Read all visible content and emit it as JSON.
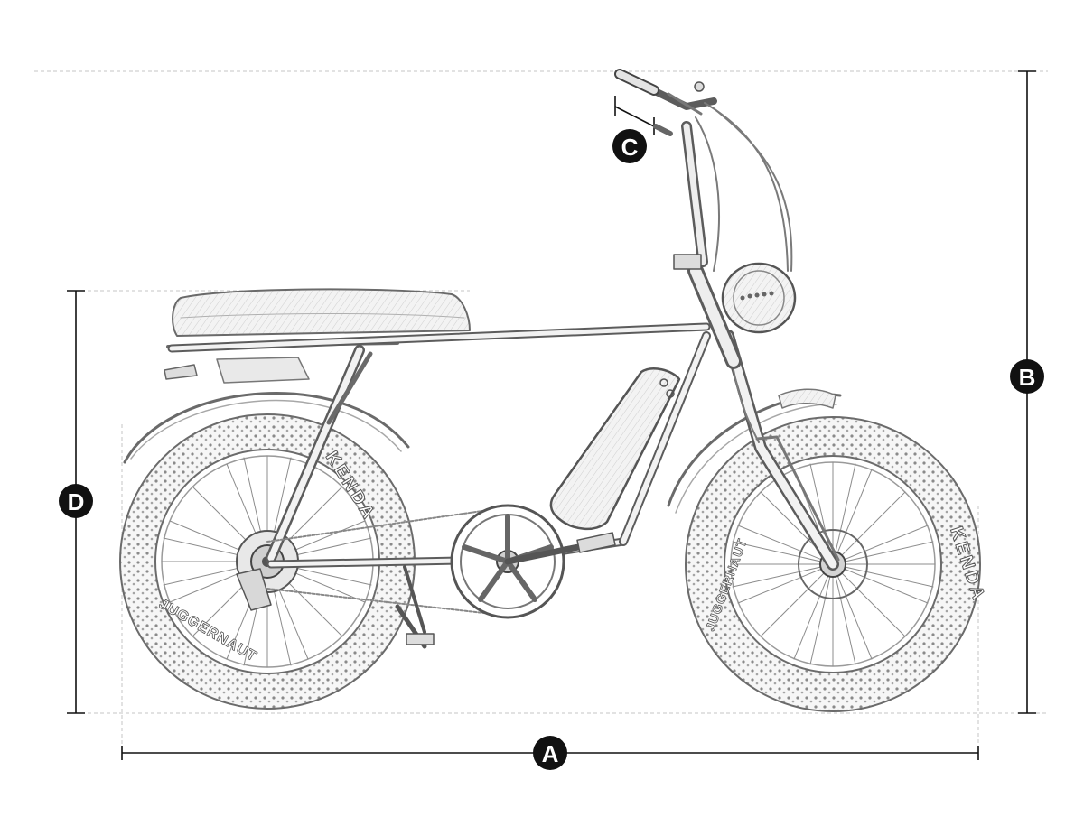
{
  "diagram": {
    "labels": {
      "overall_length": "A",
      "overall_height": "B",
      "handlebar_width": "C",
      "seat_height": "D"
    },
    "tire_brand_text": "KENDA",
    "tire_model_text": "JUGGERNAUT",
    "colors": {
      "ink": "#111111",
      "sketch": "#5a5a5a",
      "sketch_light": "#9a9a9a",
      "guide": "#bdbdbd",
      "fill": "#f1f1f1"
    }
  }
}
